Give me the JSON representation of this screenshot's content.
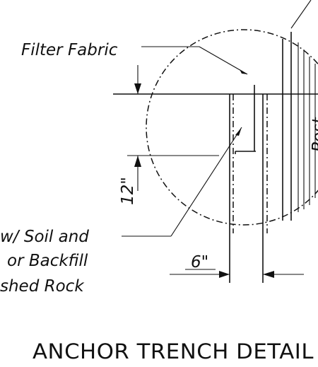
{
  "labels": {
    "filter_fabric": "Filter Fabric",
    "dim_12": "12\"",
    "dim_6": "6\"",
    "backfill_line1": "w/ Soil and",
    "backfill_line2": "or Backfill",
    "backfill_line3": "shed Rock",
    "post_partial": "Post"
  },
  "title": "ANCHOR TRENCH DETAIL"
}
